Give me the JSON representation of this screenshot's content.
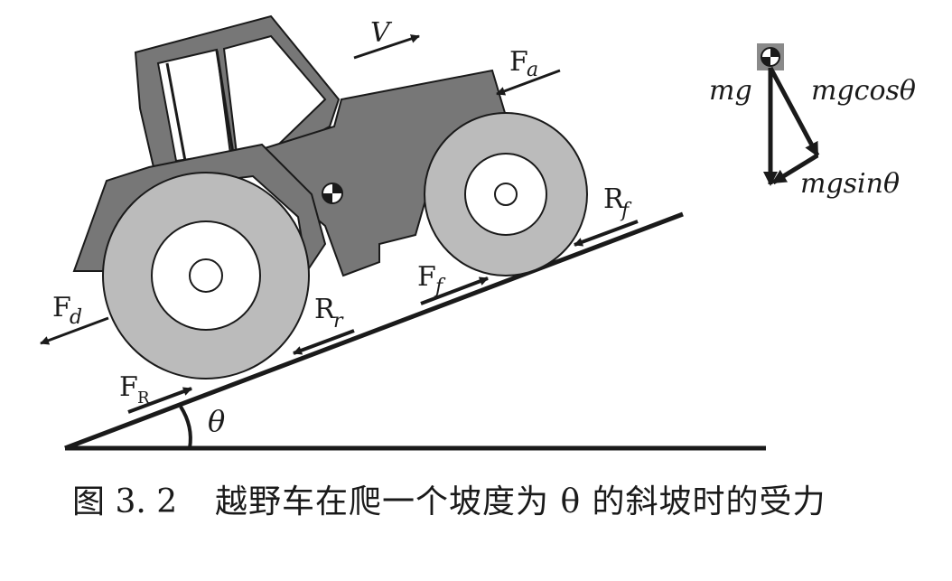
{
  "labels": {
    "velocity": "V",
    "aero_force": "F",
    "aero_sub": "a",
    "drag_force": "F",
    "drag_sub": "d",
    "rear_resist": "R",
    "rear_resist_sub": "r",
    "front_resist": "R",
    "front_resist_sub": "f",
    "front_drive": "F",
    "front_drive_sub": "f",
    "rear_drive": "F",
    "rear_drive_sub": "R",
    "angle": "θ",
    "mg": "mg",
    "mgcos": "mgcosθ",
    "mgsin": "mgsinθ"
  },
  "caption": {
    "number": "图 3. 2",
    "text": "越野车在爬一个坡度为 θ 的斜坡时的受力"
  },
  "colors": {
    "body": "#777777",
    "tire": "#bbbbbb",
    "outline": "#1a1a1a",
    "hub": "#ffffff",
    "cg_box": "#8a8a8a"
  }
}
